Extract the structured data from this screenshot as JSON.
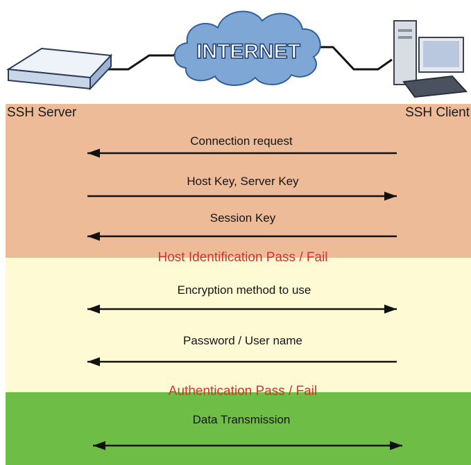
{
  "header": {
    "cloud_text": "INTERNET",
    "server_label": "SSH Server",
    "client_label": "SSH Client"
  },
  "phases": [
    {
      "color": "#edbb97",
      "messages": [
        {
          "label": "Connection request",
          "direction": "client-to-server"
        },
        {
          "label": "Host Key, Server Key",
          "direction": "server-to-client"
        },
        {
          "label": "Session Key",
          "direction": "client-to-server"
        }
      ],
      "result": "Host Identification Pass / Fail"
    },
    {
      "color": "#fdfad4",
      "messages": [
        {
          "label": "Encryption method to use",
          "direction": "both"
        },
        {
          "label": "Password / User name",
          "direction": "client-to-server"
        }
      ],
      "result": "Authentication Pass / Fail"
    },
    {
      "color": "#6ebd47",
      "messages": [
        {
          "label": "Data Transmission",
          "direction": "both"
        }
      ],
      "result": ""
    }
  ],
  "colors": {
    "result_text": "#d2332c",
    "cloud_fill": "#7fa7d6",
    "link_line": "#111111"
  },
  "icons": {
    "server": "network-appliance-icon",
    "client": "desktop-computer-icon",
    "cloud": "internet-cloud-icon"
  }
}
